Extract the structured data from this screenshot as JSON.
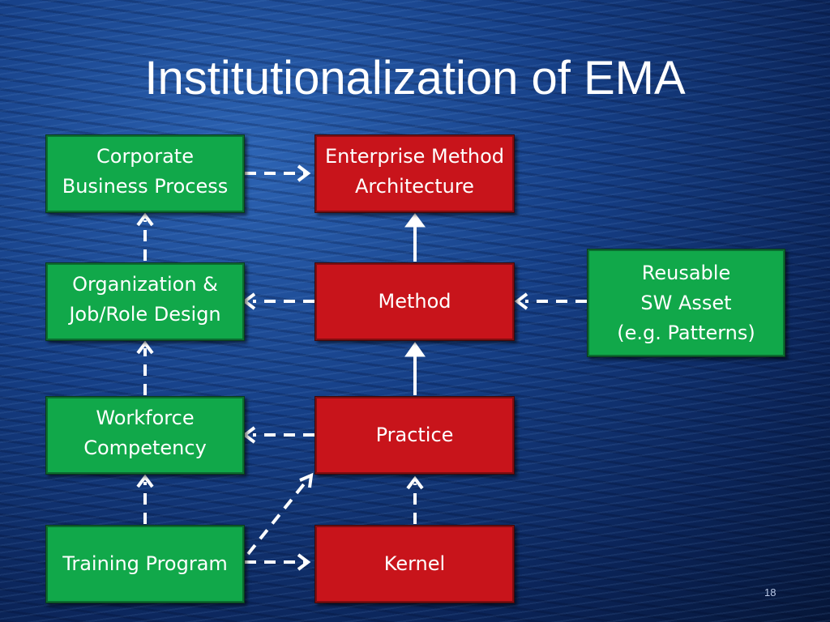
{
  "title": "Institutionalization of EMA",
  "boxes": {
    "corporate_business_process": "Corporate\nBusiness Process",
    "enterprise_method_architecture": "Enterprise Method\nArchitecture",
    "organization_job_role_design": "Organization &\nJob/Role Design",
    "method": "Method",
    "reusable_sw_asset": "Reusable\nSW Asset\n(e.g. Patterns)",
    "workforce_competency": "Workforce\nCompetency",
    "practice": "Practice",
    "training_program": "Training Program",
    "kernel": "Kernel"
  },
  "colors": {
    "green_box": "#11a84a",
    "red_box": "#c8141b",
    "arrow": "#ffffff"
  },
  "page_number": "18"
}
